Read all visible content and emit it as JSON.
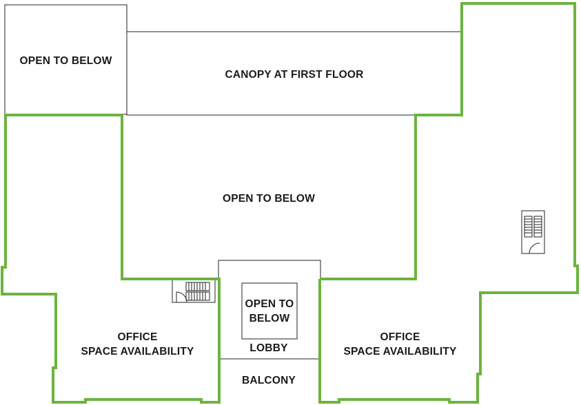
{
  "colors": {
    "office_outline": "#6cb33f",
    "wall": "#222222",
    "background": "#ffffff"
  },
  "rooms": {
    "open_top_left": "OPEN TO BELOW",
    "canopy": "CANOPY AT FIRST FLOOR",
    "open_center": "OPEN TO BELOW",
    "open_lobby_line1": "OPEN TO",
    "open_lobby_line2": "BELOW",
    "lobby": "LOBBY",
    "balcony": "BALCONY",
    "office_left_line1": "OFFICE",
    "office_left_line2": "SPACE AVAILABILITY",
    "office_right_line1": "OFFICE",
    "office_right_line2": "SPACE AVAILABILITY"
  },
  "icons": {
    "stair_left": "stair-icon",
    "stair_right": "stair-icon",
    "door_left": "door-swing-icon",
    "door_right": "door-swing-icon"
  }
}
